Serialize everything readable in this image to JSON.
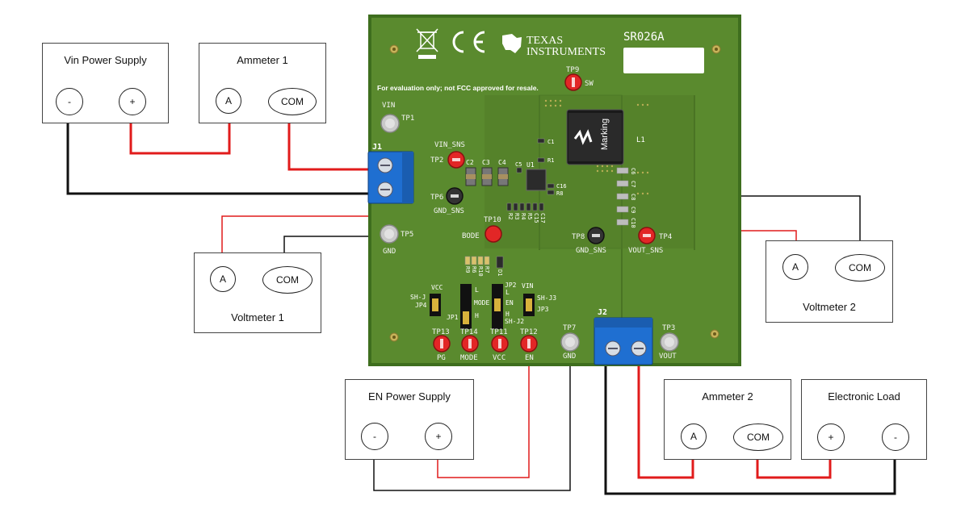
{
  "instruments": {
    "vin_supply": {
      "title": "Vin Power Supply",
      "neg": "-",
      "pos": "+"
    },
    "ammeter1": {
      "title": "Ammeter 1",
      "a": "A",
      "com": "COM"
    },
    "voltmeter1": {
      "title": "Voltmeter 1",
      "a": "A",
      "com": "COM"
    },
    "voltmeter2": {
      "title": "Voltmeter 2",
      "a": "A",
      "com": "COM"
    },
    "en_supply": {
      "title": "EN Power Supply",
      "neg": "-",
      "pos": "+"
    },
    "ammeter2": {
      "title": "Ammeter 2",
      "a": "A",
      "com": "COM"
    },
    "eload": {
      "title": "Electronic Load",
      "pos": "+",
      "neg": "-"
    }
  },
  "board": {
    "id": "SR026A",
    "logo_line1": "TEXAS",
    "logo_line2": "INSTRUMENTS",
    "disclaimer": "For evaluation only; not FCC approved for resale.",
    "inductor_ref": "L1",
    "inductor_marking": "Marking",
    "connectors": {
      "j1": "J1",
      "j2": "J2"
    },
    "test_points": {
      "tp1": "TP1",
      "vin": "VIN",
      "tp2": "TP2",
      "vin_sns": "VIN_SNS",
      "tp6": "TP6",
      "gnd_sns1": "GND_SNS",
      "tp5": "TP5",
      "gnd1": "GND",
      "tp9": "TP9",
      "sw": "SW",
      "tp10": "TP10",
      "bode": "BODE",
      "tp8": "TP8",
      "gnd_sns2": "GND_SNS",
      "tp4": "TP4",
      "vout_sns": "VOUT_SNS",
      "tp13": "TP13",
      "pg": "PG",
      "tp14": "TP14",
      "mode": "MODE",
      "tp11": "TP11",
      "vcc": "VCC",
      "tp12": "TP12",
      "en": "EN",
      "tp7": "TP7",
      "gnd2": "GND",
      "tp3": "TP3",
      "vout": "VOUT"
    },
    "components": {
      "c1": "C1",
      "r1": "R1",
      "c2": "C2",
      "c3": "C3",
      "c4": "C4",
      "c5": "C5",
      "u1": "U1",
      "c16": "C16",
      "r8": "R8",
      "c6": "C6",
      "c7": "C7",
      "c8": "C8",
      "c9": "C9",
      "c10": "C10",
      "r2": "R2",
      "r3": "R3",
      "r4": "R4",
      "r5": "R5",
      "c15": "C15",
      "c17": "C17",
      "r9": "R9",
      "r6": "R6",
      "r10": "R10",
      "r7": "R7",
      "d1": "D1"
    },
    "jumpers": {
      "jp4": "JP4",
      "jp4_top": "VCC",
      "jp4_sh": "SH-J",
      "jp1": "JP1",
      "jp1_l": "L",
      "jp1_mode": "MODE",
      "jp1_h": "H",
      "jp2": "JP2",
      "jp2_l": "L",
      "jp2_en": "EN",
      "jp2_h": "H",
      "jp2_sh": "SH-J2",
      "jp3": "JP3",
      "jp3_top": "VIN",
      "jp3_sh": "SH-J3"
    }
  },
  "colors": {
    "board_green": "#5a8a2e",
    "board_dark": "#2c5a14",
    "wire_red": "#e11b1b",
    "wire_black": "#111111",
    "terminal_blue": "#1f6fd1",
    "tp_red": "#e22626"
  }
}
